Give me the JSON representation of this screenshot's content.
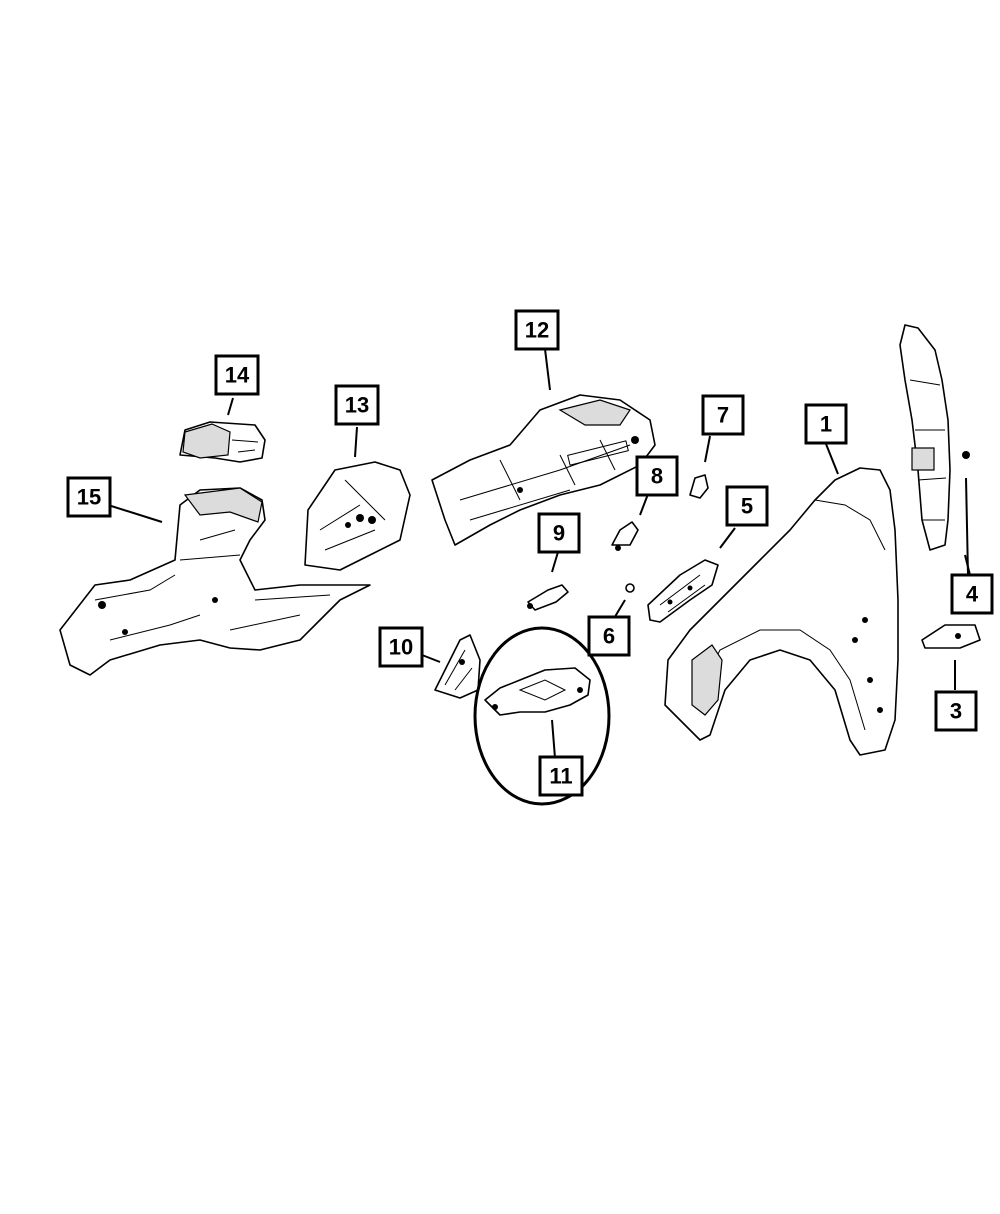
{
  "diagram": {
    "callouts": [
      {
        "id": "1",
        "label": "1"
      },
      {
        "id": "3",
        "label": "3"
      },
      {
        "id": "4",
        "label": "4"
      },
      {
        "id": "5",
        "label": "5"
      },
      {
        "id": "6",
        "label": "6"
      },
      {
        "id": "7",
        "label": "7"
      },
      {
        "id": "8",
        "label": "8"
      },
      {
        "id": "9",
        "label": "9"
      },
      {
        "id": "10",
        "label": "10"
      },
      {
        "id": "11",
        "label": "11"
      },
      {
        "id": "12",
        "label": "12"
      },
      {
        "id": "13",
        "label": "13"
      },
      {
        "id": "14",
        "label": "14"
      },
      {
        "id": "15",
        "label": "15"
      }
    ],
    "highlighted_callout": "11",
    "colors": {
      "line": "#000000",
      "background": "#ffffff",
      "shade": "#dcdcdc"
    }
  }
}
